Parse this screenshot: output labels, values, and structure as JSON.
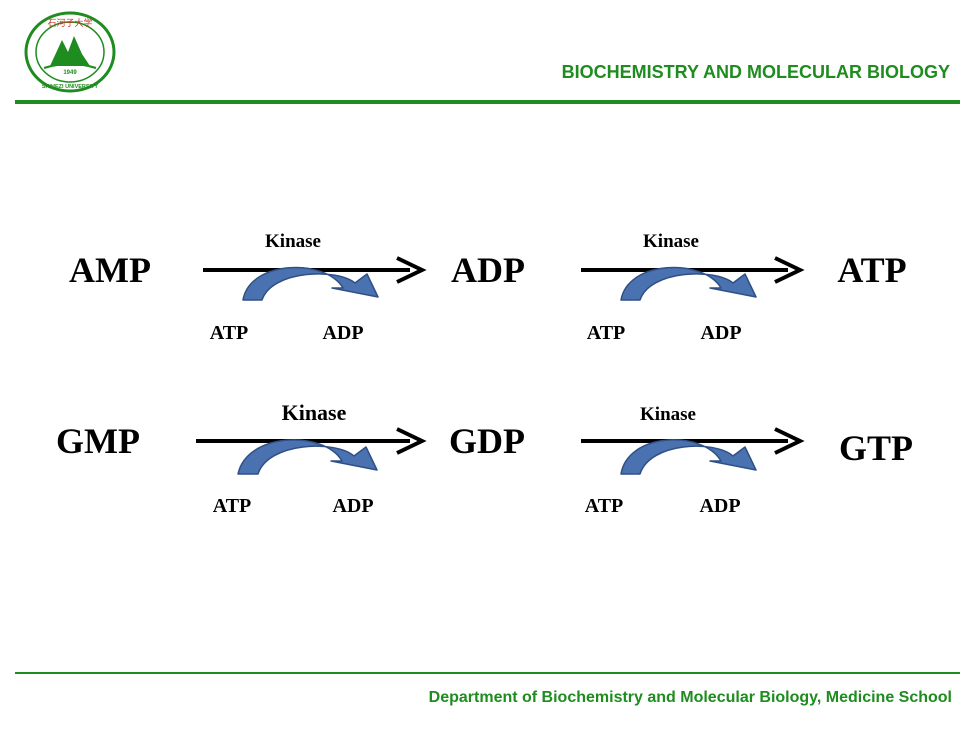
{
  "header": {
    "title": "BIOCHEMISTRY  AND MOLECULAR BIOLOGY"
  },
  "logo": {
    "text_top": "石河子大学",
    "text_bottom": "SHIHEZI UNIVERSITY",
    "year": "1949"
  },
  "colors": {
    "accent": "#1e8c1e",
    "arrow_fill": "#4a72b0",
    "arrow_stroke": "#2f4f85"
  },
  "reactions": [
    {
      "substrate": "AMP",
      "product": "ADP",
      "enzyme": "Kinase",
      "cofactor_in": "ATP",
      "cofactor_out": "ADP"
    },
    {
      "substrate": "ADP",
      "product": "ATP",
      "enzyme": "Kinase",
      "cofactor_in": "ATP",
      "cofactor_out": "ADP"
    },
    {
      "substrate": "GMP",
      "product": "GDP",
      "enzyme": "Kinase",
      "cofactor_in": "ATP",
      "cofactor_out": "ADP"
    },
    {
      "substrate": "GDP",
      "product": "GTP",
      "enzyme": "Kinase",
      "cofactor_in": "ATP",
      "cofactor_out": "ADP"
    }
  ],
  "footer": {
    "text": "Department  of Biochemistry and Molecular Biology, Medicine School"
  }
}
